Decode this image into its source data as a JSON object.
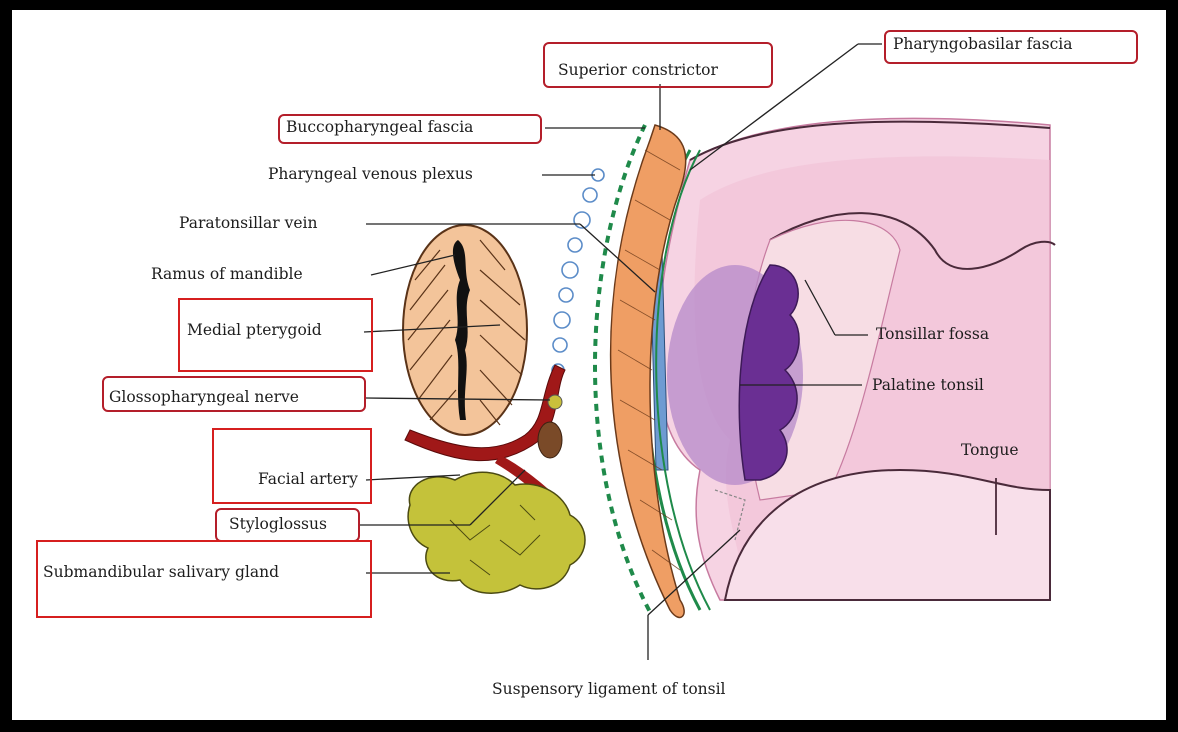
{
  "labels": {
    "pharyngobasilar_fascia": "Pharyngobasilar fascia",
    "superior_constrictor": "Superior constrictor",
    "buccopharyngeal_fascia": "Buccopharyngeal fascia",
    "pharyngeal_venous_plexus": "Pharyngeal venous plexus",
    "paratonsillar_vein": "Paratonsillar vein",
    "ramus_of_mandible": "Ramus of mandible",
    "medial_pterygoid": "Medial pterygoid",
    "glossopharyngeal_nerve": "Glossopharyngeal nerve",
    "facial_artery": "Facial artery",
    "styloglossus": "Styloglossus",
    "submandibular_salivary_gland": "Submandibular salivary gland",
    "tonsillar_fossa": "Tonsillar fossa",
    "palatine_tonsil": "Palatine tonsil",
    "tongue": "Tongue",
    "suspensory_ligament": "Suspensory ligament of tonsil"
  },
  "colors": {
    "highlight_box": "#d61f1f",
    "rounded_box": "#b41e2a",
    "pharynx_wall": "#f4c9dc",
    "muscle": "#e8915a",
    "fascia_green": "#1f8a4a",
    "tonsil_purple": "#7a3ea0",
    "artery": "#a01818",
    "gland": "#c4c23a",
    "vein_blue": "#5b8cc8"
  }
}
